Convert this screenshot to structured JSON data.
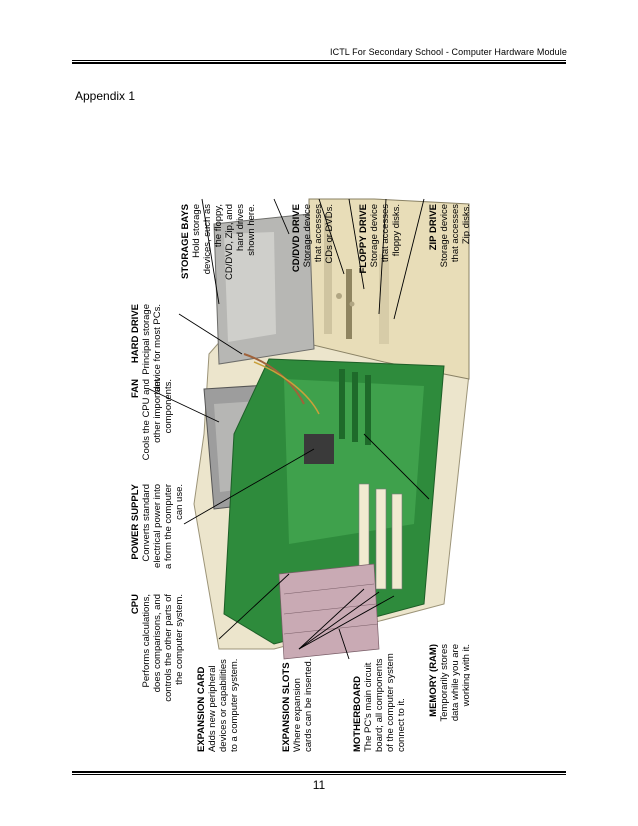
{
  "header": {
    "text": "ICTL For Secondary School -  Computer Hardware Module"
  },
  "appendix": {
    "label": "Appendix 1"
  },
  "figure": {
    "labels": [
      {
        "title": "STORAGE BAYS",
        "lines": [
          "Hold storage",
          "devices, such as",
          "the floppy,",
          "CD/DVD, Zip, and",
          "hard drives",
          "shown here."
        ]
      },
      {
        "title": "CD/DVD DRIVE",
        "lines": [
          "Storage device",
          "that accesses",
          "CDs or DVDs."
        ]
      },
      {
        "title": "FLOPPY DRIVE",
        "lines": [
          "Storage device",
          "that accesses",
          "floppy disks."
        ]
      },
      {
        "title": "ZIP DRIVE",
        "lines": [
          "Storage device",
          "that accesses",
          "Zip disks."
        ]
      },
      {
        "title": "HARD DRIVE",
        "lines": [
          "Principal storage",
          "device for most PCs."
        ]
      },
      {
        "title": "FAN",
        "lines": [
          "Cools the CPU and",
          "other important",
          "components."
        ]
      },
      {
        "title": "POWER SUPPLY",
        "lines": [
          "Converts standard",
          "electrical power into",
          "a form the computer",
          "can use."
        ]
      },
      {
        "title": "CPU",
        "lines": [
          "Performs calculations,",
          "does comparisons, and",
          "controls the other parts of",
          "the computer system."
        ]
      },
      {
        "title": "MEMORY (RAM)",
        "lines": [
          "Temporarily stores",
          "data while you are",
          "working with it."
        ]
      },
      {
        "title": "EXPANSION CARD",
        "lines": [
          "Adds new peripheral",
          "devices or capabilities",
          "to a computer system."
        ]
      },
      {
        "title": "EXPANSION SLOTS",
        "lines": [
          "Where expansion",
          "cards can be inserted."
        ]
      },
      {
        "title": "MOTHERBOARD",
        "lines": [
          "The PC's main circuit",
          "board; all components",
          "of the computer system",
          "connect to it."
        ]
      }
    ]
  },
  "footer": {
    "page_number": "11"
  }
}
